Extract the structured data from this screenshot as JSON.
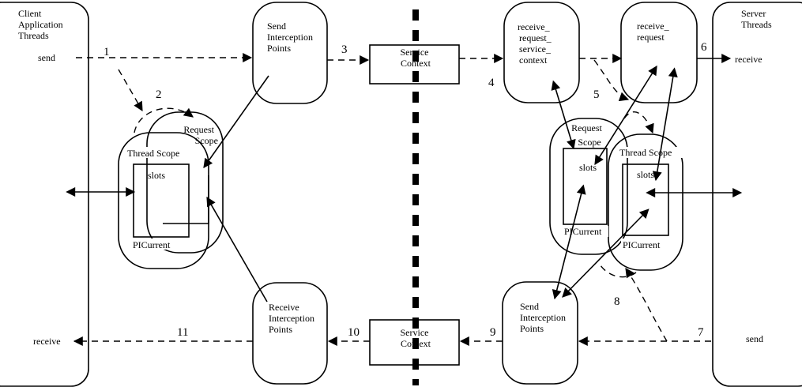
{
  "labels": {
    "client_title": [
      "Client",
      "Application",
      "Threads"
    ],
    "server_title": [
      "Server",
      "Threads"
    ],
    "client_send": "send",
    "client_receive": "receive",
    "server_receive": "receive",
    "server_send": "send",
    "send_ip_left": [
      "Send",
      "Interception",
      "Points"
    ],
    "receive_ip_left": [
      "Receive",
      "Interception",
      "Points"
    ],
    "service_context_top": [
      "Service",
      "Context"
    ],
    "service_context_bottom": [
      "Service",
      "Context"
    ],
    "recv_req_svc_ctx": [
      "receive_",
      "request_",
      "service_",
      "context"
    ],
    "recv_req": [
      "receive_",
      "request"
    ],
    "send_ip_right": [
      "Send",
      "Interception",
      "Points"
    ],
    "left_request_scope": [
      "Request",
      "Scope"
    ],
    "left_thread_scope": "Thread Scope",
    "left_slots": "slots",
    "left_picurrent": "PICurrent",
    "right_request_scope": [
      "Request",
      "Scope"
    ],
    "right_slots_a": "slots",
    "right_picurrent_a": "PICurrent",
    "right_thread_scope": "Thread Scope",
    "right_slots_b": "slots",
    "right_picurrent_b": "PICurrent"
  },
  "steps": [
    "1",
    "2",
    "3",
    "4",
    "5",
    "6",
    "7",
    "8",
    "9",
    "10",
    "11"
  ]
}
